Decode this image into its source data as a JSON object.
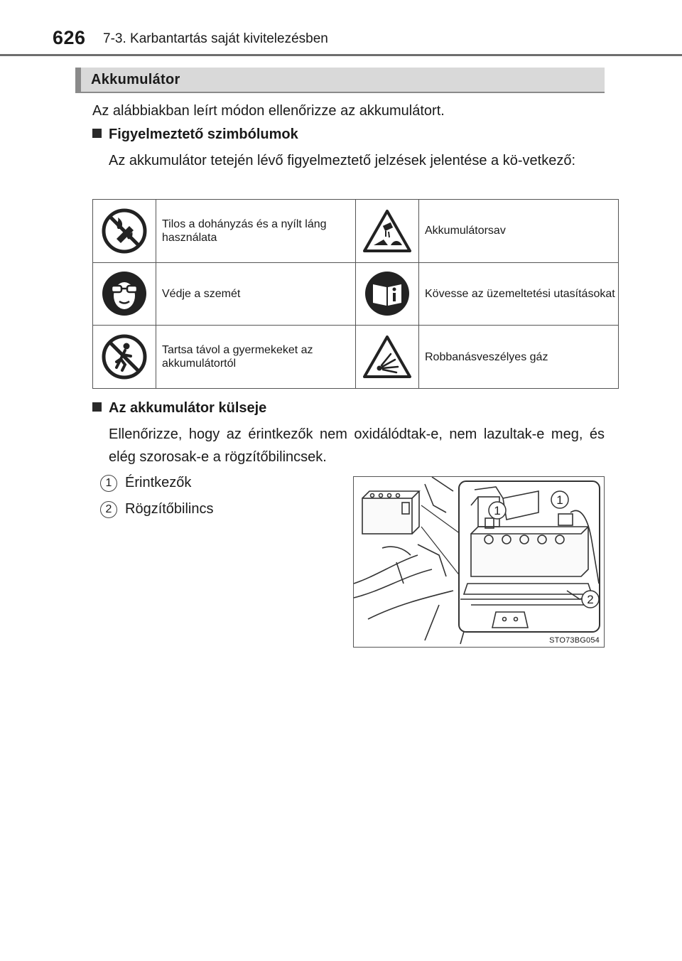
{
  "header": {
    "page_number": "626",
    "chapter": "7-3. Karbantartás saját kivitelezésben"
  },
  "section": {
    "title": "Akkumulátor",
    "intro": "Az alábbiakban leírt módon ellenőrizze az akkumulátort."
  },
  "warning_symbols": {
    "heading": "Figyelmeztető szimbólumok",
    "text": "Az akkumulátor tetején lévő figyelmeztető jelzések jelentése a kö-vetkező:",
    "rows": [
      {
        "left": {
          "icon": "no-smoking-flame-icon",
          "label": "Tilos a dohányzás és a nyílt láng használata"
        },
        "right": {
          "icon": "battery-acid-icon",
          "label": "Akkumulátorsav"
        }
      },
      {
        "left": {
          "icon": "eye-protection-icon",
          "label": "Védje a szemét"
        },
        "right": {
          "icon": "operating-instructions-icon",
          "label": "Kövesse az üzemeltetési utasításokat"
        }
      },
      {
        "left": {
          "icon": "keep-children-away-icon",
          "label": "Tartsa távol a gyermekeket az akkumulátortól"
        },
        "right": {
          "icon": "explosive-gas-icon",
          "label": "Robbanásveszélyes gáz"
        }
      }
    ]
  },
  "exterior": {
    "heading": "Az akkumulátor külseje",
    "text": "Ellenőrizze, hogy az érintkezők nem oxidálódtak-e, nem lazultak-e meg, és elég szorosak-e a rögzítőbilincsek.",
    "legend": [
      {
        "num": "1",
        "label": "Érintkezők"
      },
      {
        "num": "2",
        "label": "Rögzítőbilincs"
      }
    ]
  },
  "figure": {
    "code": "STO73BG054",
    "callouts": [
      "1",
      "1",
      "2"
    ]
  },
  "colors": {
    "section_bar": "#d9d9d9",
    "section_accent": "#8a8a8a",
    "text": "#1a1a1a"
  }
}
